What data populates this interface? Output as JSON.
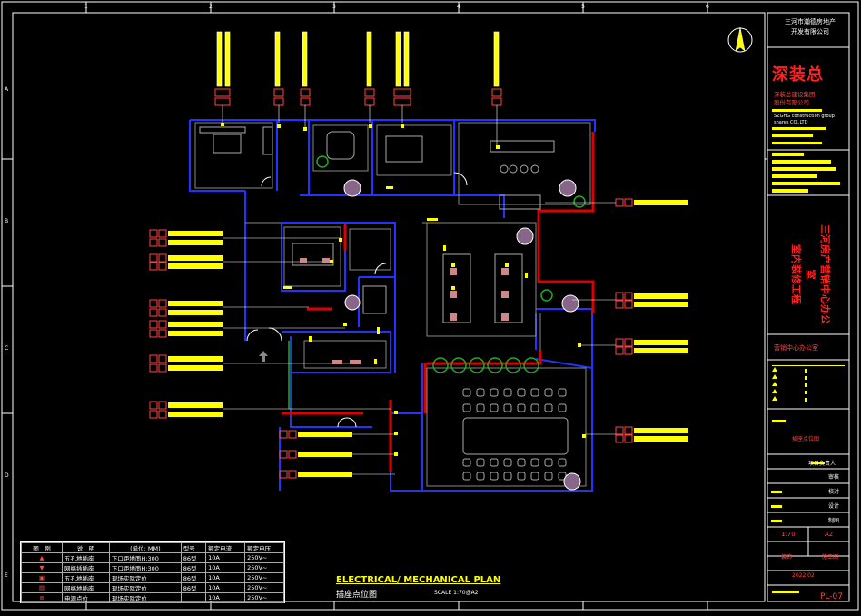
{
  "drawing": {
    "title_en": "ELECTRICAL/ MECHANICAL PLAN",
    "title_cn": "插座点位图",
    "scale": "SCALE 1:70@A2",
    "border_numbers": [
      "1",
      "2",
      "3",
      "4",
      "5",
      "6"
    ],
    "border_letters": [
      "A",
      "B",
      "C",
      "D",
      "E"
    ]
  },
  "title_block": {
    "client": "三河市瀚德房地产\n开发有限公司",
    "logo_text": "深装总",
    "company_cn": "深装总建设集团\n股份有限公司",
    "company_en": "SZGHG construction group\nshares CO.,LTD",
    "project_name": "三河房产营销中心办公室\n室内装修工程",
    "sheet_name": "营销中心办公室",
    "sub_title": "插座点位图",
    "roles": [
      "项目负责人",
      "审核",
      "校对",
      "设计",
      "制图"
    ],
    "scale_value": "1:70",
    "paper": "A2",
    "stage1": "装饰",
    "stage2": "施工图",
    "date": "2022.02",
    "sheet_no": "PL-07"
  },
  "legend": {
    "headers": [
      "图　例",
      "说　明",
      "(单位: MM)",
      "型号",
      "额定电流",
      "额定电压"
    ],
    "rows": [
      {
        "desc": "五孔地插座",
        "note": "下口距地面H:300",
        "model": "86型",
        "current": "10A",
        "voltage": "250V~"
      },
      {
        "desc": "网络插插座",
        "note": "下口距地面H:300",
        "model": "86型",
        "current": "10A",
        "voltage": "250V~"
      },
      {
        "desc": "五孔地插座",
        "note": "现场实际定位",
        "model": "86型",
        "current": "10A",
        "voltage": "250V~"
      },
      {
        "desc": "网络地插座",
        "note": "现场实际定位",
        "model": "86型",
        "current": "10A",
        "voltage": "250V~"
      },
      {
        "desc": "电源点位",
        "note": "现场实际定位",
        "model": "",
        "current": "10A",
        "voltage": "250V~"
      }
    ]
  },
  "colors": {
    "wall": "#2233ff",
    "red": "#dd0000",
    "yellow": "#ffff00",
    "white": "#ffffff",
    "grey": "#888888",
    "green": "#22aa22",
    "magenta": "#cc44cc",
    "cyan": "#00ffff"
  }
}
